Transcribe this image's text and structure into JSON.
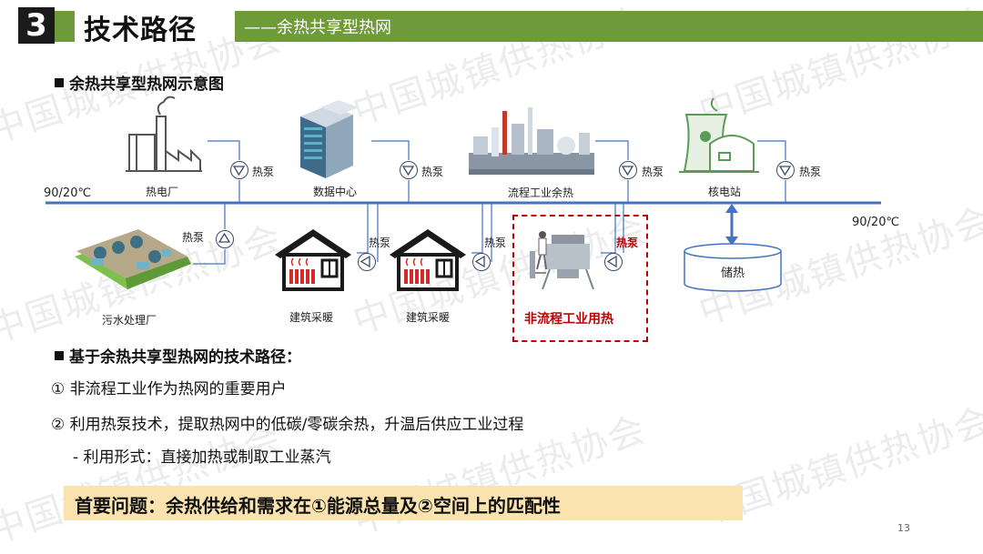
{
  "header": {
    "number": "3",
    "title": "技术路径",
    "subtitle": "——余热共享型热网"
  },
  "watermark": "中国城镇供热协会",
  "section1": {
    "title": "余热共享型热网示意图"
  },
  "diagram": {
    "temp_left": "90/20℃",
    "temp_right": "90/20℃",
    "pump_label": "热泵",
    "sources": [
      "热电厂",
      "数据中心",
      "流程工业余热",
      "核电站"
    ],
    "consumers": [
      "污水处理厂",
      "建筑采暖",
      "建筑采暖"
    ],
    "storage": "储热",
    "non_process": "非流程工业用热",
    "non_process_pump": "热泵"
  },
  "section2": {
    "title": "基于余热共享型热网的技术路径：",
    "items": [
      "①  非流程工业作为热网的重要用户",
      "②  利用热泵技术，提取热网中的低碳/零碳余热，升温后供应工业过程"
    ],
    "sub": "- 利用形式：直接加热或制取工业蒸汽"
  },
  "highlight": "首要问题：余热供给和需求在①能源总量及②空间上的匹配性",
  "page_number": "13",
  "colors": {
    "accent_green": "#6f9a3a",
    "pipe_blue": "#4472c4",
    "alert_red": "#c00000",
    "highlight_bg": "#fbe3b0"
  }
}
